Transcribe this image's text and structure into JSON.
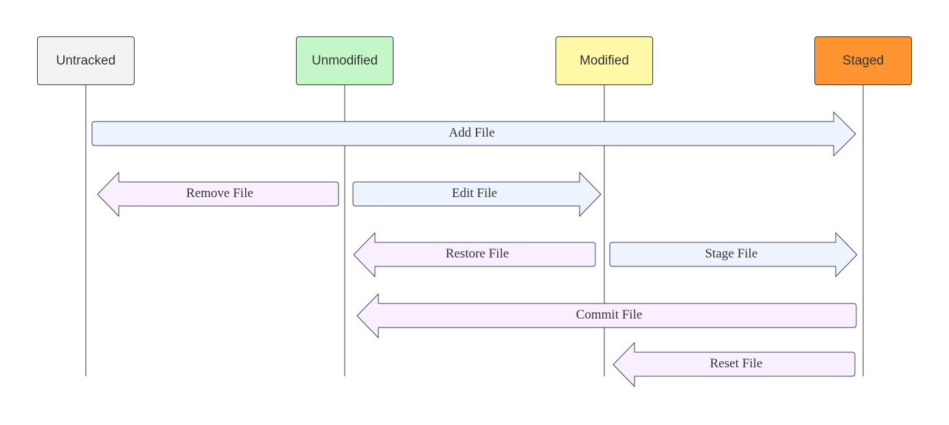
{
  "states": [
    {
      "id": "untracked",
      "label": "Untracked",
      "color": "#f2f3f5"
    },
    {
      "id": "unmodified",
      "label": "Unmodified",
      "color": "#c3f7c8"
    },
    {
      "id": "modified",
      "label": "Modified",
      "color": "#fff8a6"
    },
    {
      "id": "staged",
      "label": "Staged",
      "color": "#ff9431"
    }
  ],
  "transitions": [
    {
      "id": "add-file",
      "label": "Add File",
      "from": "Untracked",
      "to": "Staged",
      "direction": "right",
      "color": "#edf4fe"
    },
    {
      "id": "remove-file",
      "label": "Remove File",
      "from": "Unmodified",
      "to": "Untracked",
      "direction": "left",
      "color": "#f9efff"
    },
    {
      "id": "edit-file",
      "label": "Edit File",
      "from": "Unmodified",
      "to": "Modified",
      "direction": "right",
      "color": "#edf4fe"
    },
    {
      "id": "restore-file",
      "label": "Restore File",
      "from": "Modified",
      "to": "Unmodified",
      "direction": "left",
      "color": "#f9efff"
    },
    {
      "id": "stage-file",
      "label": "Stage File",
      "from": "Modified",
      "to": "Staged",
      "direction": "right",
      "color": "#edf4fe"
    },
    {
      "id": "commit-file",
      "label": "Commit File",
      "from": "Staged",
      "to": "Unmodified",
      "direction": "left",
      "color": "#f9efff"
    },
    {
      "id": "reset-file",
      "label": "Reset File",
      "from": "Staged",
      "to": "Modified",
      "direction": "left",
      "color": "#f9efff"
    }
  ]
}
